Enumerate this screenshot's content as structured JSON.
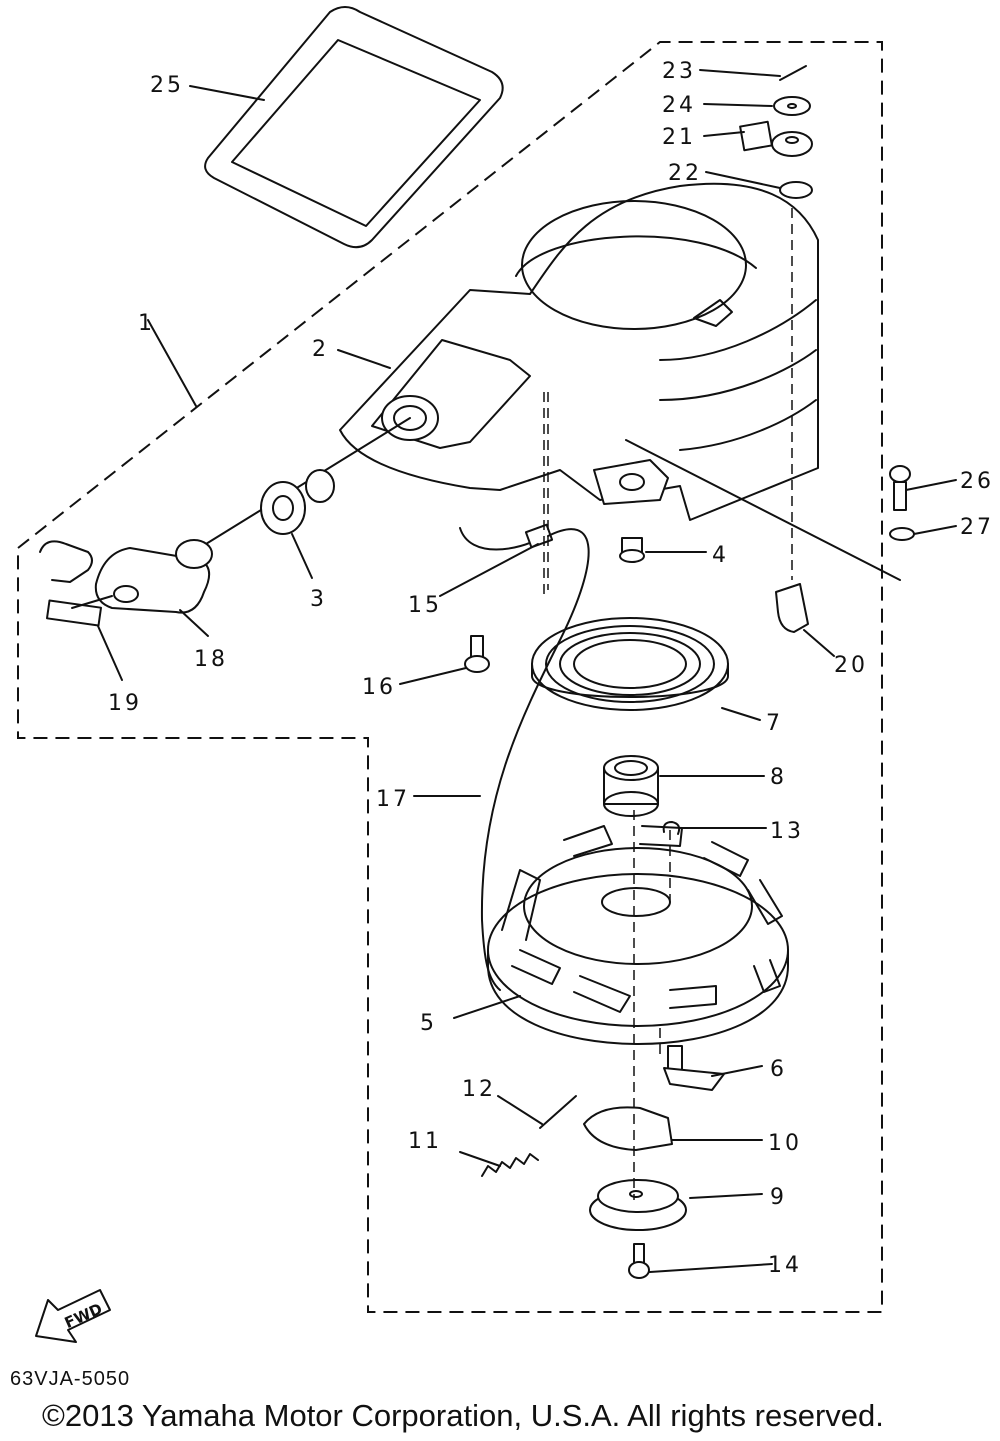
{
  "diagram": {
    "callouts": {
      "c1": "1",
      "c2": "2",
      "c3": "3",
      "c4": "4",
      "c5": "5",
      "c6": "6",
      "c7": "7",
      "c8": "8",
      "c9": "9",
      "c10": "10",
      "c11": "11",
      "c12": "12",
      "c13": "13",
      "c14": "14",
      "c15": "15",
      "c16": "16",
      "c17": "17",
      "c18": "18",
      "c19": "19",
      "c20": "20",
      "c21": "21",
      "c22": "22",
      "c23": "23",
      "c24": "24",
      "c25": "25",
      "c26": "26",
      "c27": "27"
    },
    "fwd_label": "FWD",
    "diagram_code": "63VJA-5050",
    "copyright": "©2013 Yamaha Motor Corporation, U.S.A. All rights reserved."
  }
}
